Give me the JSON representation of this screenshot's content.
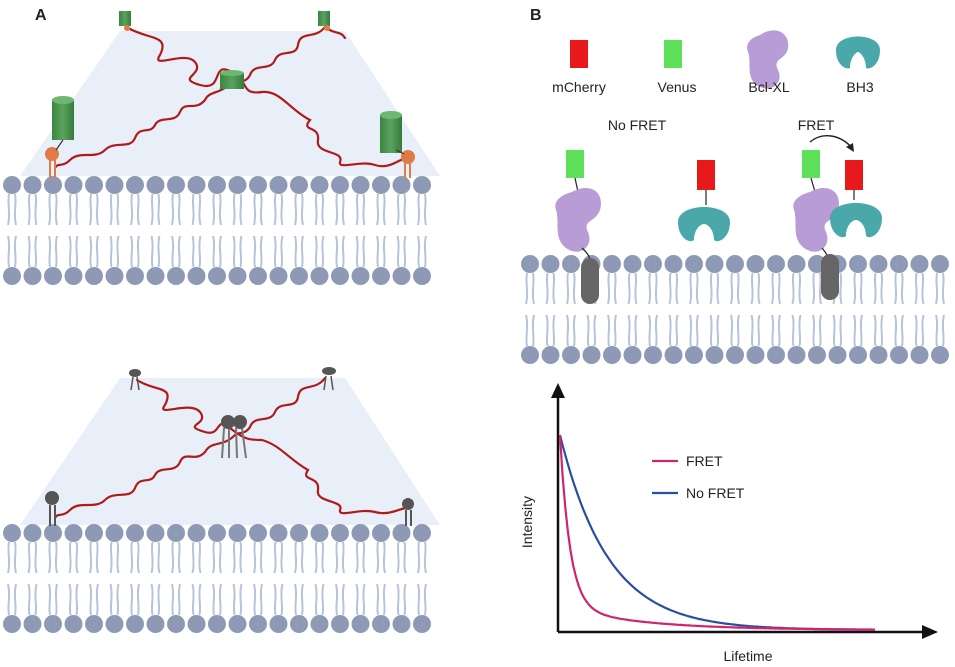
{
  "panels": {
    "a_label": "A",
    "b_label": "B"
  },
  "legend": {
    "mcherry": "mCherry",
    "venus": "Venus",
    "bclxl": "Bcl-XL",
    "bh3": "BH3"
  },
  "states": {
    "no_fret": "No FRET",
    "fret": "FRET"
  },
  "chart": {
    "legend_fret": "FRET",
    "legend_nofret": "No FRET",
    "ylabel": "Intensity",
    "xlabel": "Lifetime"
  },
  "colors": {
    "mcherry": "#e8191b",
    "venus": "#5fe05a",
    "bclxl": "#b89cd6",
    "bh3": "#4aa8aa",
    "chain": "#b01a1a",
    "tag_green": "#3f8f45",
    "anchor_orange": "#e07b45",
    "lipid_head": "#8e9ab5",
    "tail": "#b7c3dc",
    "tm_helix": "#666666",
    "fret_curve": "#d0246e",
    "nofret_curve": "#2a4fa0",
    "plane": "#e8eff8"
  },
  "chart_data": {
    "type": "line",
    "xlabel": "Lifetime",
    "ylabel": "Intensity",
    "series": [
      {
        "name": "FRET",
        "color": "#d0246e"
      },
      {
        "name": "No FRET",
        "color": "#2a4fa0"
      }
    ]
  }
}
